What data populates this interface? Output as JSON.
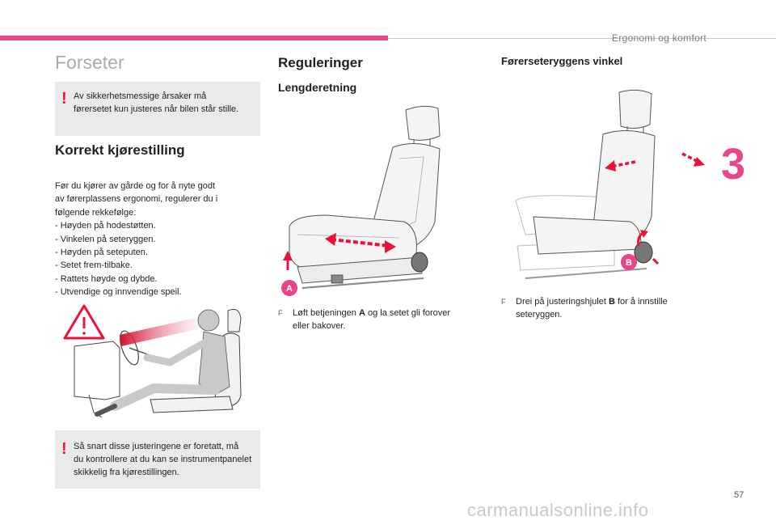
{
  "header": {
    "chapter_title": "Ergonomi og komfort",
    "chapter_number": "3",
    "page_number": "57"
  },
  "watermark": "carmanualsonline.info",
  "left": {
    "title": "Forseter",
    "warning1": {
      "mark": "!",
      "lines": [
        "Av sikkerhetsmessige årsaker må",
        "førersetet kun justeres når bilen står stille."
      ]
    },
    "section_title": "Korrekt kjørestilling",
    "intro_lines": [
      "Før du kjører av gårde og for å nyte godt",
      "av førerplassens ergonomi, regulerer du i",
      "følgende rekkefølge:"
    ],
    "steps": [
      "-   Høyden på hodestøtten.",
      "-   Vinkelen på seteryggen.",
      "-   Høyden på seteputen.",
      "-   Setet frem-tilbake.",
      "-   Rattets høyde og dybde.",
      "-   Utvendige og innvendige speil."
    ],
    "warning2": {
      "mark": "!",
      "lines": [
        "Så snart disse justeringene er foretatt, må",
        "du kontrollere at du kan se instrumentpanelet",
        "skikkelig fra kjørestillingen."
      ]
    }
  },
  "middle": {
    "title": "Reguleringer",
    "subtitle": "Lengderetning",
    "label_a": "A",
    "instruction": {
      "bullet": "F",
      "pre": "Løft betjeningen ",
      "bold": "A",
      "post": " og la setet gli forover",
      "line2": "eller bakover."
    }
  },
  "right": {
    "title": "Førerseteryggens vinkel",
    "label_b": "B",
    "instruction": {
      "bullet": "F",
      "pre": "Drei på justeringshjulet ",
      "bold": "B",
      "post": " for å innstille",
      "line2": "seteryggen."
    }
  },
  "colors": {
    "accent": "#e8458b",
    "warning_red": "#e8123c",
    "box_grey": "#eaeaea"
  }
}
